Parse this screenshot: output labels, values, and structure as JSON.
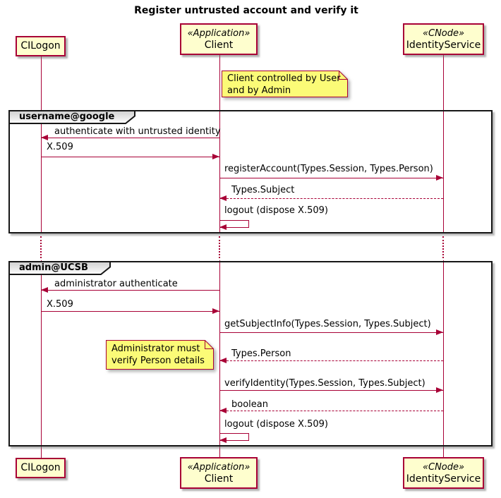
{
  "title": "Register untrusted account and verify it",
  "participants": {
    "cilogon": {
      "name": "CILogon"
    },
    "client": {
      "stereotype": "«Application»",
      "name": "Client"
    },
    "identityservice": {
      "stereotype": "«CNode»",
      "name": "IdentityService"
    }
  },
  "notes": [
    {
      "lines": [
        "Client controlled by User",
        "and by Admin"
      ]
    },
    {
      "lines": [
        "Administrator must",
        "verify Person details"
      ]
    }
  ],
  "groups": [
    {
      "label": "username@google",
      "messages": [
        {
          "text": "authenticate with untrusted identity",
          "from": "Client",
          "to": "CILogon",
          "kind": "solid"
        },
        {
          "text": "X.509",
          "from": "CILogon",
          "to": "Client",
          "kind": "solid"
        },
        {
          "text": "registerAccount(Types.Session, Types.Person)",
          "from": "Client",
          "to": "IdentityService",
          "kind": "solid"
        },
        {
          "text": "Types.Subject",
          "from": "IdentityService",
          "to": "Client",
          "kind": "dashed"
        },
        {
          "text": "logout (dispose X.509)",
          "from": "Client",
          "to": "Client",
          "kind": "self"
        }
      ]
    },
    {
      "label": "admin@UCSB",
      "messages": [
        {
          "text": "administrator authenticate",
          "from": "Client",
          "to": "CILogon",
          "kind": "solid"
        },
        {
          "text": "X.509",
          "from": "CILogon",
          "to": "Client",
          "kind": "solid"
        },
        {
          "text": "getSubjectInfo(Types.Session, Types.Subject)",
          "from": "Client",
          "to": "IdentityService",
          "kind": "solid"
        },
        {
          "text": "Types.Person",
          "from": "IdentityService",
          "to": "Client",
          "kind": "dashed"
        },
        {
          "text": "verifyIdentity(Types.Session, Types.Subject)",
          "from": "Client",
          "to": "IdentityService",
          "kind": "solid"
        },
        {
          "text": "boolean",
          "from": "IdentityService",
          "to": "Client",
          "kind": "dashed"
        },
        {
          "text": "logout (dispose X.509)",
          "from": "Client",
          "to": "Client",
          "kind": "self"
        }
      ]
    }
  ],
  "colors": {
    "participant_fill": "#FEFECE",
    "participant_border": "#A80036",
    "note_fill": "#FBFB77",
    "arrow": "#A80036",
    "lifeline": "#A80036",
    "frame_border": "#161616"
  }
}
